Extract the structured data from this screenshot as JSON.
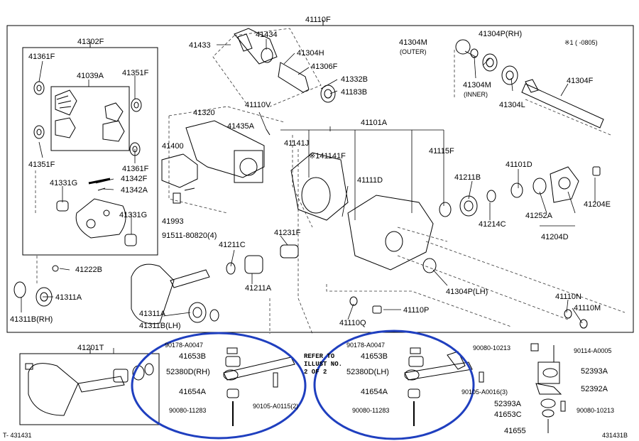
{
  "diagram": {
    "assembly": "41110F",
    "note": "※1 (      -0805)",
    "left_code": "T- 431431",
    "right_code": "431431B",
    "refer_text": [
      "REFER TO",
      "ILLUST NO.",
      "2 OF 2"
    ],
    "colors": {
      "line": "#000000",
      "highlight": "#1f3fbf",
      "dash": "#333333"
    }
  },
  "groups": {
    "g41302F": "41302F",
    "g41201T": "41201T"
  },
  "labels": {
    "p41361F_a": "41361F",
    "p41039A": "41039A",
    "p41351F_a": "41351F",
    "p41351F_b": "41351F",
    "p41361F_b": "41361F",
    "p41342F": "41342F",
    "p41342A": "41342A",
    "p41331G_a": "41331G",
    "p41331G_b": "41331G",
    "p41222B": "41222B",
    "p41311A_a": "41311A",
    "p41311BRH": "41311B(RH)",
    "p41433": "41433",
    "p41434": "41434",
    "p41304H": "41304H",
    "p41306F": "41306F",
    "p41332B": "41332B",
    "p41183B": "41183B",
    "p41320": "41320",
    "p41110V": "41110V",
    "p41435A": "41435A",
    "p41400": "41400",
    "p41993": "41993",
    "p91511": "91511-80820(4)",
    "p41141J": "41141J",
    "p41141F": "※141141F",
    "p41101A": "41101A",
    "p41115F": "41115F",
    "p41111D": "41111D",
    "p41211B": "41211B",
    "p41101D": "41101D",
    "p41214C": "41214C",
    "p41252A": "41252A",
    "p41204E": "41204E",
    "p41204D": "41204D",
    "p41304M_outer": "41304M",
    "p41304M_outer_sub": "(OUTER)",
    "p41304PRH": "41304P(RH)",
    "p41304M_inner": "41304M",
    "p41304M_inner_sub": "(INNER)",
    "p41304L": "41304L",
    "p41304F": "41304F",
    "p41211C": "41211C",
    "p41231F": "41231F",
    "p41211A": "41211A",
    "p41311A_b": "41311A",
    "p41311BLH": "41311B(LH)",
    "p41304PLH": "41304P(LH)",
    "p41110Q": "41110Q",
    "p41110P": "41110P",
    "p41110N": "41110N",
    "p41110M": "41110M",
    "p90178_a": "90178-A0047",
    "p41653B_a": "41653B",
    "p52380DRH": "52380D(RH)",
    "p41654A_a": "41654A",
    "p90080_11283_a": "90080-11283",
    "p90105_A0115": "90105-A0115(2)",
    "p90178_b": "90178-A0047",
    "p41653B_b": "41653B",
    "p52380DLH": "52380D(LH)",
    "p41654A_b": "41654A",
    "p90080_11283_b": "90080-11283",
    "p90080_10213_a": "90080-10213",
    "p90114": "90114-A0005",
    "p90105_A0016": "90105-A0016(3)",
    "p52393A_a": "52393A",
    "p52392A": "52392A",
    "p52393A_b": "52393A",
    "p90080_10213_b": "90080-10213",
    "p41653C": "41653C",
    "p41655": "41655"
  }
}
